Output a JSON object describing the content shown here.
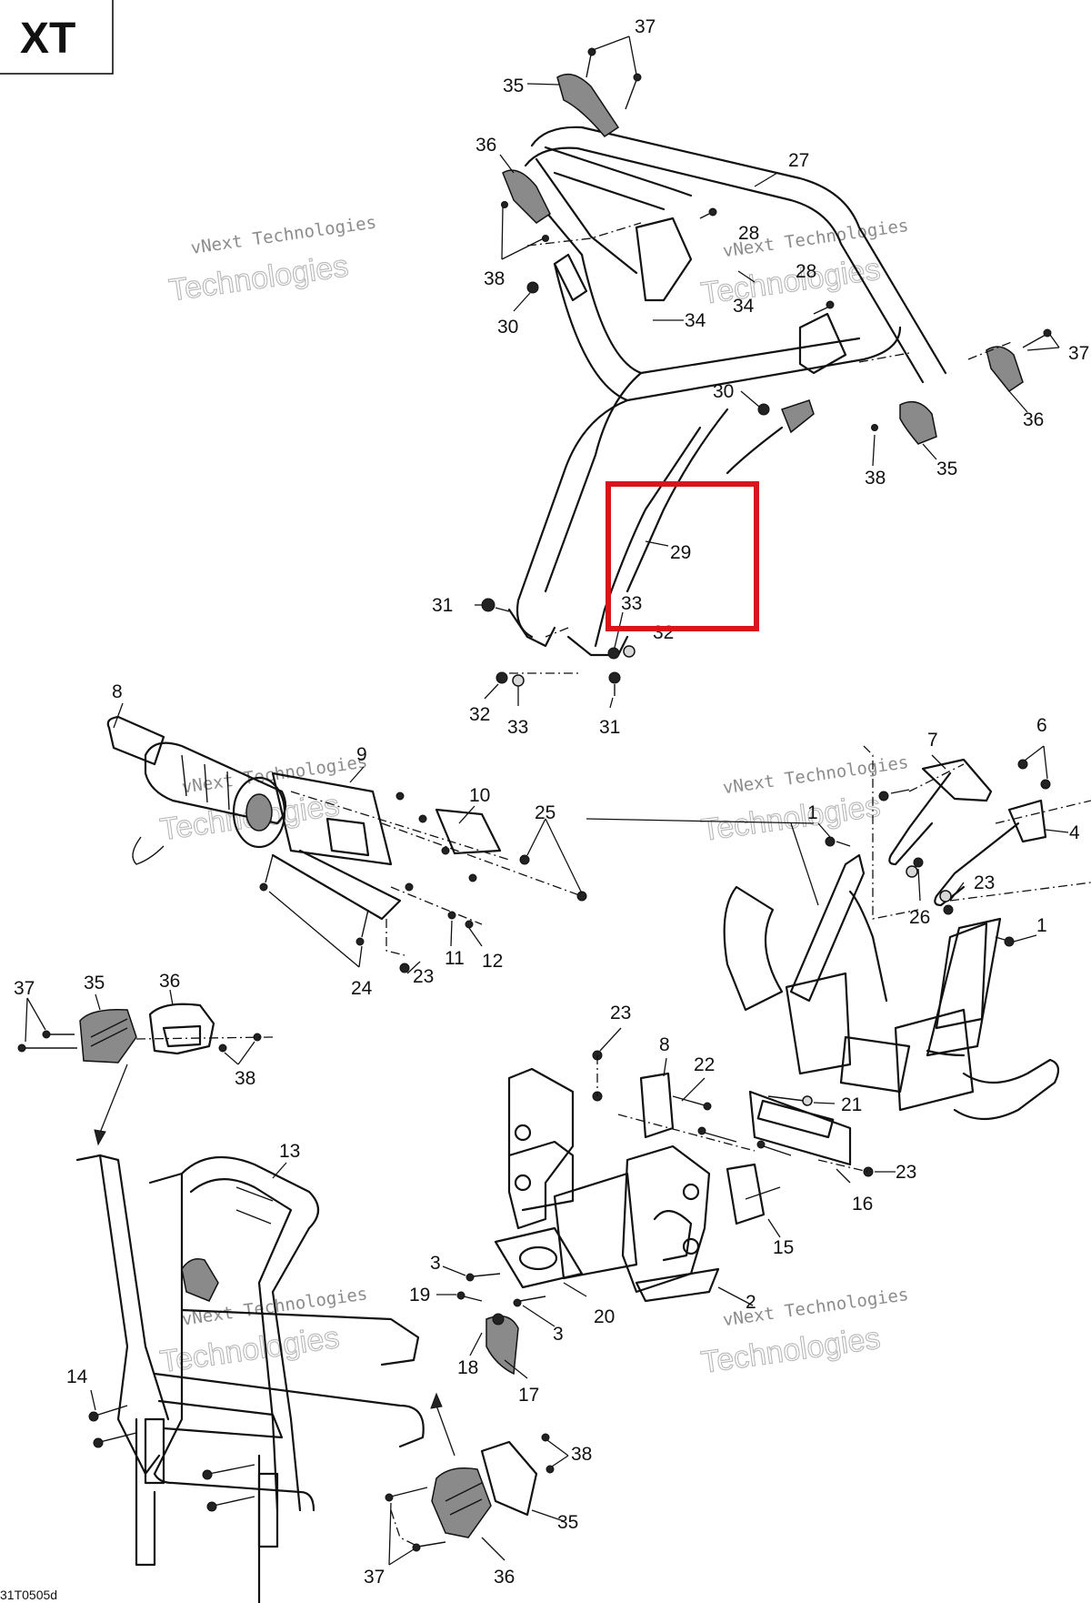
{
  "diagram": {
    "model_tag": "XT",
    "drawing_code": "31T0505d",
    "watermark": {
      "line1": "vNext Technologies",
      "line2": "Technologies"
    },
    "highlight_color": "#d8141c",
    "callouts": [
      "1",
      "1",
      "2",
      "3",
      "3",
      "4",
      "6",
      "7",
      "8",
      "8",
      "9",
      "10",
      "11",
      "12",
      "13",
      "14",
      "15",
      "16",
      "17",
      "18",
      "19",
      "20",
      "21",
      "22",
      "23",
      "23",
      "23",
      "23",
      "24",
      "25",
      "26",
      "27",
      "28",
      "28",
      "29",
      "30",
      "30",
      "31",
      "31",
      "32",
      "32",
      "33",
      "33",
      "34",
      "34",
      "35",
      "35",
      "35",
      "35",
      "36",
      "36",
      "36",
      "36",
      "37",
      "37",
      "37",
      "37",
      "38",
      "38",
      "38",
      "38"
    ]
  }
}
